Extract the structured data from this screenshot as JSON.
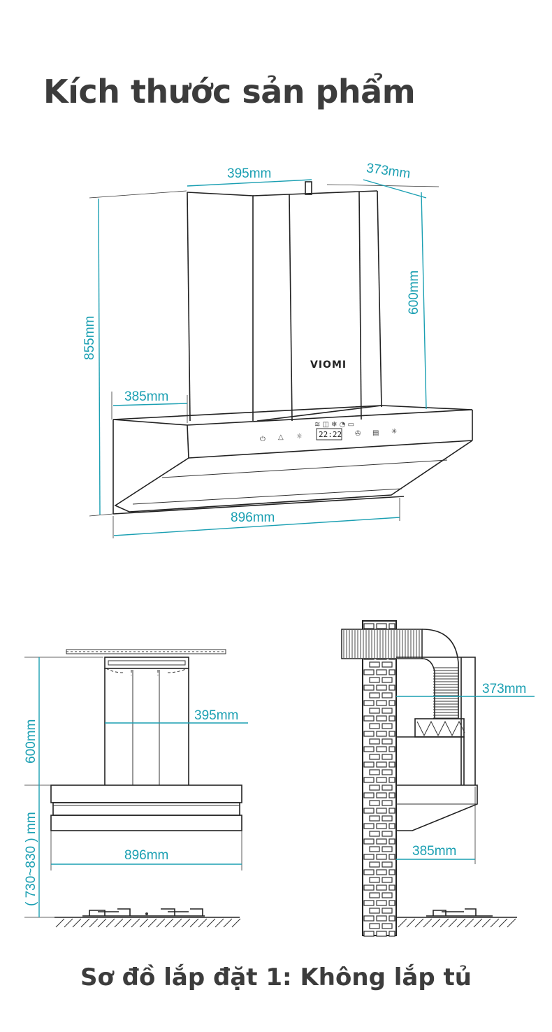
{
  "title": "Kích thước sản phẩm",
  "caption": "Sơ đồ lắp đặt 1: Không lắp tủ",
  "brand_logo": "VIOMI",
  "display_clock": "22:22",
  "colors": {
    "dimension": "#1a9fb2",
    "outline": "#222222",
    "heading": "#3c3c3c"
  },
  "product_view": {
    "chimney_width": "395mm",
    "depth": "373mm",
    "total_height": "855mm",
    "chimney_height": "600mm",
    "front_overhang": "385mm",
    "hood_width": "896mm"
  },
  "front_view": {
    "chimney_height": "600mm",
    "chimney_width": "395mm",
    "hood_width": "896mm",
    "mount_height": "( 730~830 ) mm"
  },
  "side_view": {
    "depth": "373mm",
    "front_overhang": "385mm"
  }
}
